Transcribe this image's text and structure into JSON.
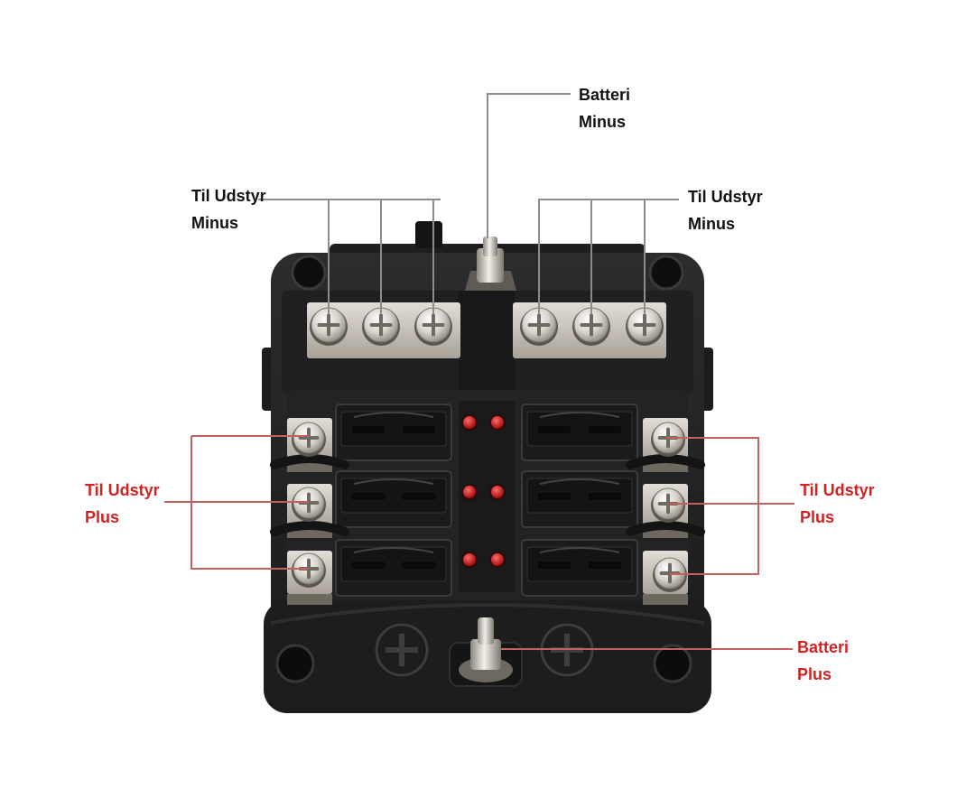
{
  "labels": {
    "battery_minus": {
      "line1": "Batteri",
      "line2": "Minus"
    },
    "equipment_minus_left": {
      "line1": "Til Udstyr",
      "line2": "Minus"
    },
    "equipment_minus_right": {
      "line1": "Til Udstyr",
      "line2": "Minus"
    },
    "equipment_plus_left": {
      "line1": "Til Udstyr",
      "line2": "Plus"
    },
    "equipment_plus_right": {
      "line1": "Til Udstyr",
      "line2": "Plus"
    },
    "battery_plus": {
      "line1": "Batteri",
      "line2": "Plus"
    }
  },
  "colors": {
    "minus_text": "#111111",
    "plus_text": "#d42020",
    "minus_leader": "#8c8c8c",
    "plus_leader": "#c46060",
    "housing": "#262626",
    "housing_dark": "#141414",
    "bus_bar": "#c9c4bd",
    "screw": "#dcd8d2",
    "led": "#d41414"
  },
  "fuse_block": {
    "minus_screw_count": 6,
    "plus_screw_count": 6,
    "fuse_slot_count": 6,
    "led_count": 6
  }
}
